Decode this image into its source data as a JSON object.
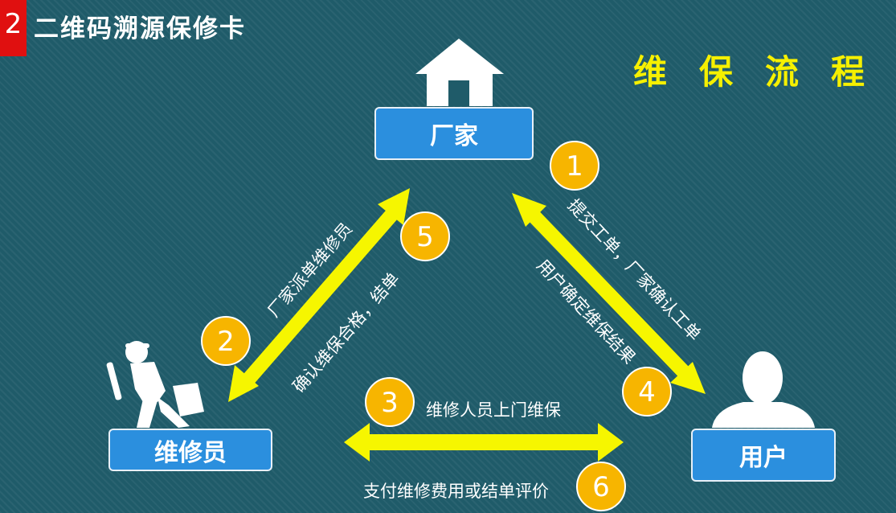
{
  "header": {
    "slide_number": "2",
    "title": "二维码溯源保修卡",
    "subtitle": "维保流程"
  },
  "nodes": {
    "factory": "厂家",
    "technician": "维修员",
    "user": "用户"
  },
  "steps": [
    {
      "number": "1",
      "label": "提交工单，厂家确认工单"
    },
    {
      "number": "2",
      "label": "厂家派单维修员"
    },
    {
      "number": "3",
      "label": "维修人员上门维保"
    },
    {
      "number": "4",
      "label": "用户确定维保结果"
    },
    {
      "number": "5",
      "label": "确认维保合格，结单"
    },
    {
      "number": "6",
      "label": "支付维修费用或结单评价"
    }
  ],
  "colors": {
    "background": "#1f5b69",
    "node_fill": "#2b8fde",
    "arrow": "#f6f600",
    "badge": "#f7b500",
    "accent_red": "#e01010"
  },
  "icons": {
    "factory": "house-icon",
    "technician": "repairman-icon",
    "user": "person-icon"
  }
}
